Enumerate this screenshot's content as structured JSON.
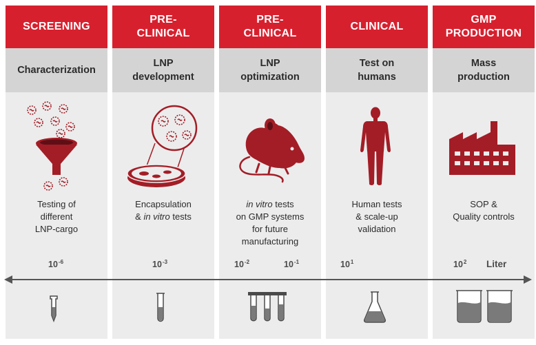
{
  "columns": [
    {
      "header": "SCREENING",
      "subheader": "Characterization",
      "icon": "funnel-particles-icon",
      "desc_line1": "Testing of",
      "desc_line2": "different",
      "desc_line3": "LNP-cargo",
      "scale_base": "10",
      "scale_exp": "-6",
      "vessel": "microtube-icon"
    },
    {
      "header_line1": "PRE-",
      "header_line2": "CLINICAL",
      "subheader_line1": "LNP",
      "subheader_line2": "development",
      "icon": "petri-dish-magnifier-icon",
      "desc_line1": "Encapsulation",
      "desc_line2_prefix": "& ",
      "desc_line2_italic": "in vitro",
      "desc_line2_suffix": " tests",
      "scale_base": "10",
      "scale_exp": "-3",
      "vessel": "test-tube-icon"
    },
    {
      "header_line1": "PRE-",
      "header_line2": "CLINICAL",
      "subheader_line1": "LNP",
      "subheader_line2": "optimization",
      "icon": "mouse-icon",
      "desc_line1_italic": "in vitro",
      "desc_line1_suffix": " tests",
      "desc_line2": "on GMP systems",
      "desc_line3": "for future",
      "desc_line4": "manufacturing",
      "scale_a_base": "10",
      "scale_a_exp": "-2",
      "scale_b_base": "10",
      "scale_b_exp": "-1",
      "vessel": "test-tube-rack-icon"
    },
    {
      "header": "CLINICAL",
      "subheader_line1": "Test on",
      "subheader_line2": "humans",
      "icon": "human-figure-icon",
      "desc_line1": "Human tests",
      "desc_line2": "& scale-up",
      "desc_line3": "validation",
      "scale_base": "10",
      "scale_exp": "1",
      "vessel": "flask-icon"
    },
    {
      "header_line1": "GMP",
      "header_line2": "PRODUCTION",
      "subheader_line1": "Mass",
      "subheader_line2": "production",
      "icon": "factory-icon",
      "desc_line1": "SOP &",
      "desc_line2": "Quality controls",
      "scale_base": "10",
      "scale_exp": "2",
      "vessel": "beakers-icon"
    }
  ],
  "unit": "Liter",
  "colors": {
    "accent": "#d7202e",
    "icon": "#a31d26",
    "panel": "#ececec",
    "subpanel": "#d4d4d4",
    "text": "#2b2b2b"
  }
}
